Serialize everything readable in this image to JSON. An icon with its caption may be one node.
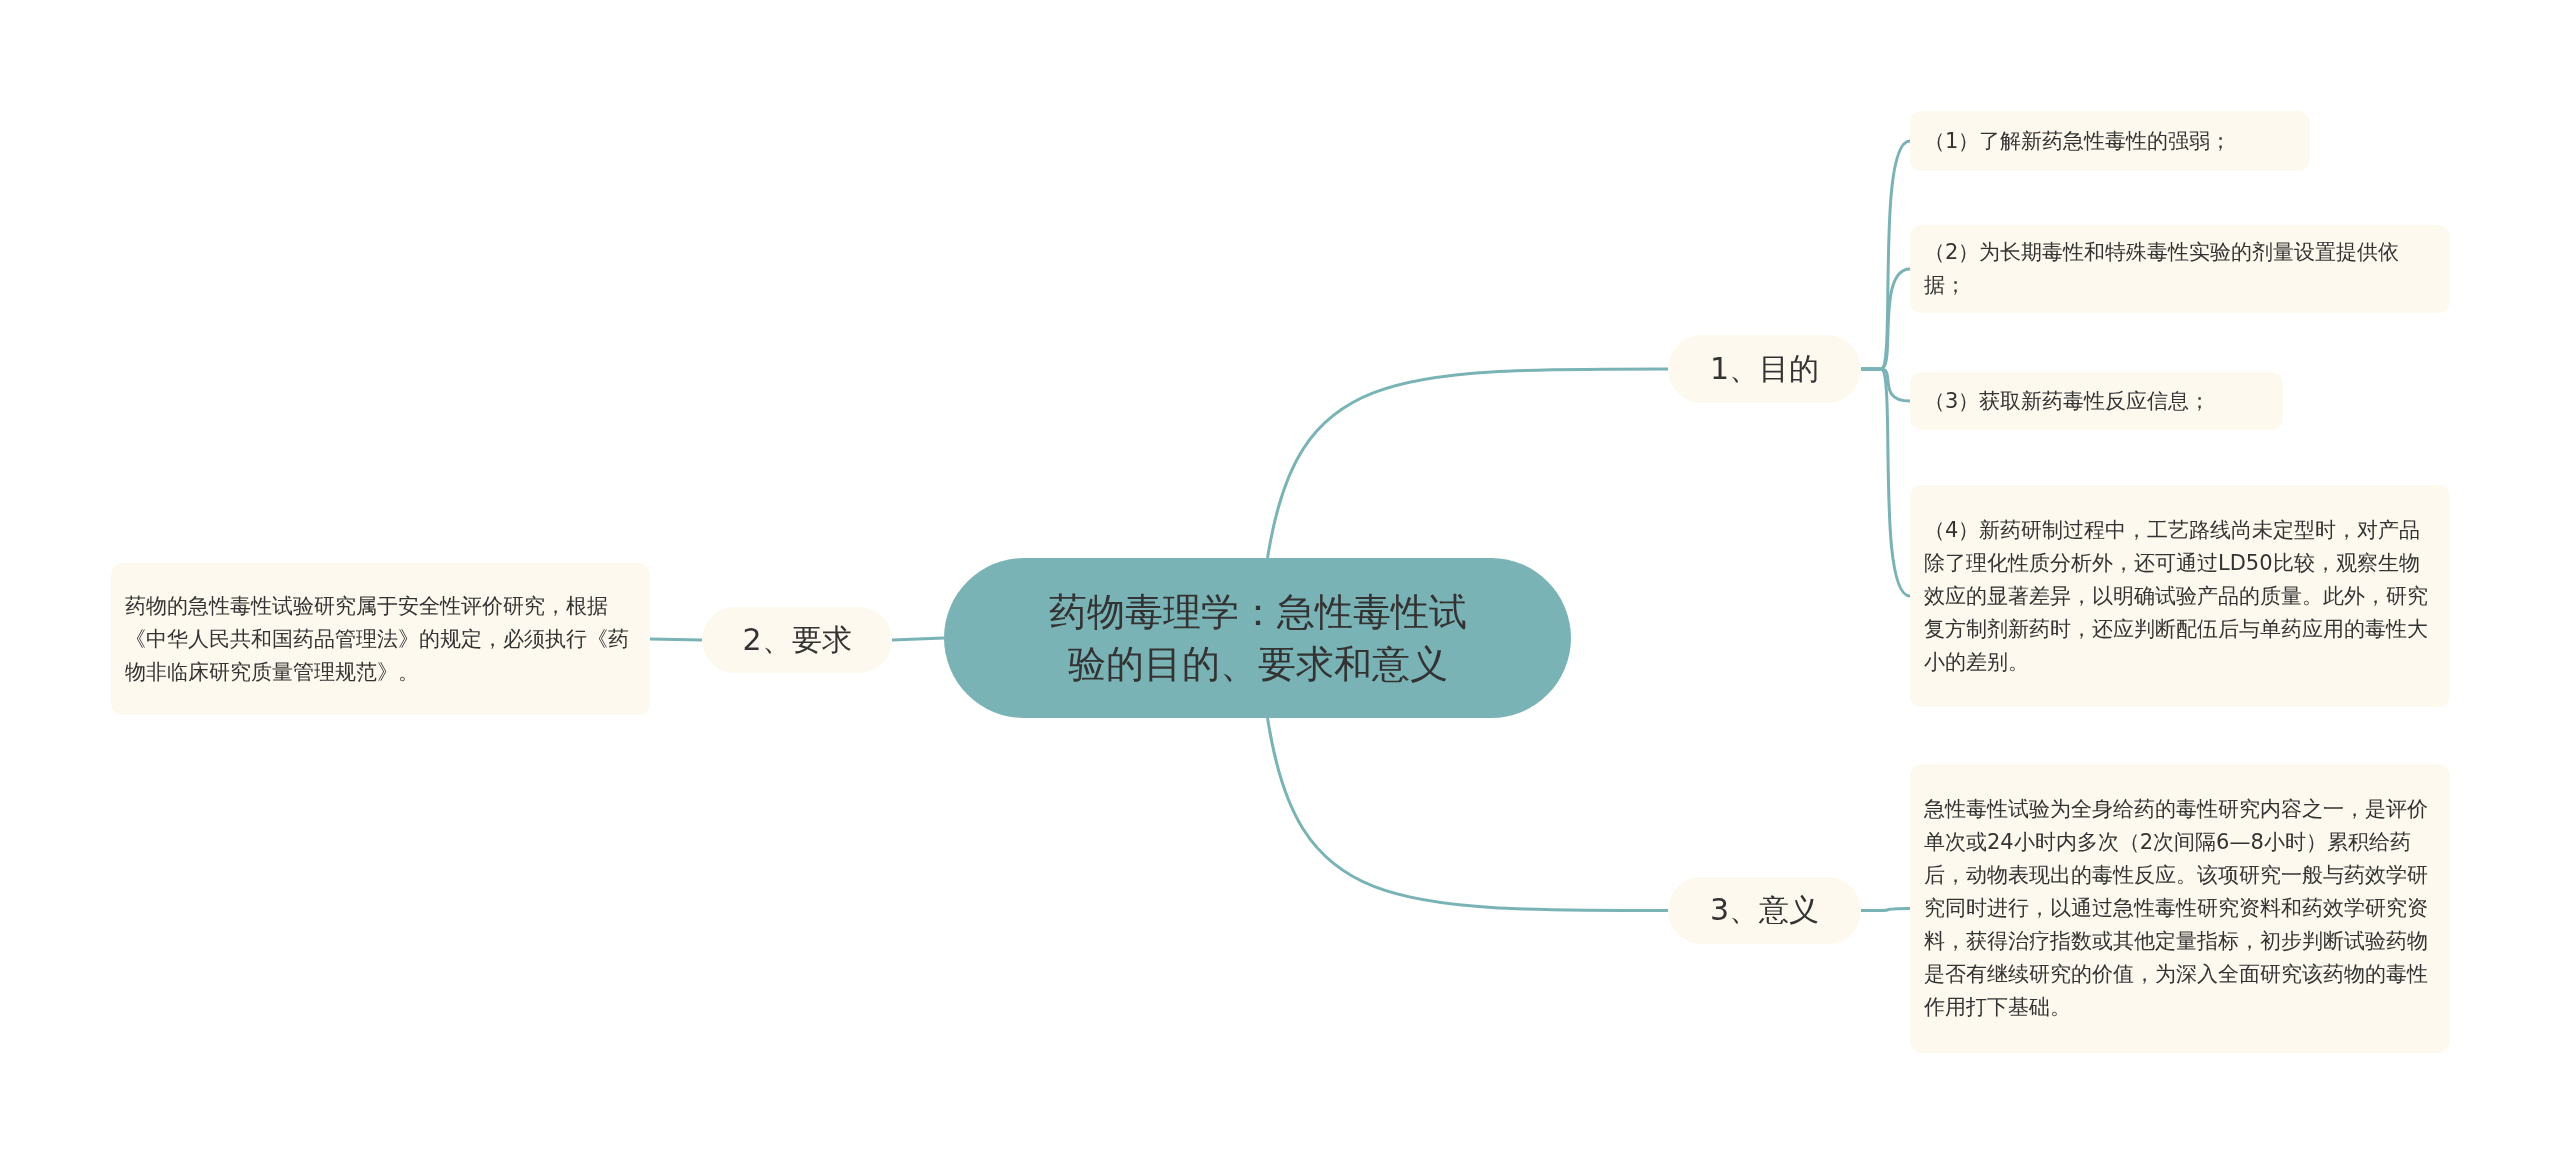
{
  "diagram": {
    "nodes": [
      {
        "text": [
          "药物毒理学：急性毒性试验的目的、要求和意义"
        ]
      },
      {
        "text": [
          "1、目的"
        ]
      },
      {
        "text": [
          "（1）了解新药急性毒性的强弱；"
        ]
      },
      {
        "text": [
          "（2）为长期毒性和特殊毒性实验的剂量设置提供依据；"
        ]
      },
      {
        "text": [
          "（3）获取新药毒性反应信息；"
        ]
      },
      {
        "text": [
          "（4）新药研制过程中，工艺路线尚未定型时，对产品除了理化性质分析外，还可通过LD50比较，观察生物效应的显著差异，以明确试验产品的质量。此外，研究复方制剂新药时，还应判断配伍后与单药应用的毒性大小的差别。"
        ]
      },
      {
        "text": [
          "2、要求"
        ]
      },
      {
        "text": [
          "药物的急性毒性试验研究属于安全性评价研究，根据《中华人民共和国药品管理法》的规定，必须执行《药物非临床研究质量管理规范》。"
        ]
      },
      {
        "text": [
          "3、意义"
        ]
      },
      {
        "text": [
          "急性毒性试验为全身给药的毒性研究内容之一，是评价单次或24小时内多次（2次间隔6—8小时）累积给药后，动物表现出的毒性反应。该项研究一般与药效学研究同时进行，以通过急性毒性研究资料和药效学研究资料，获得治疗指数或其他定量指标，初步判断试验药物是否有继续研究的价值，为深入全面研究该药物的毒性作用打下基础。"
        ]
      }
    ],
    "edges": [
      {
        "from": 0,
        "to": 1,
        "arrow": "none"
      },
      {
        "from": 1,
        "to": 2,
        "arrow": "none"
      },
      {
        "from": 1,
        "to": 3,
        "arrow": "none"
      },
      {
        "from": 1,
        "to": 4,
        "arrow": "none"
      },
      {
        "from": 1,
        "to": 5,
        "arrow": "none"
      },
      {
        "from": 0,
        "to": 6,
        "arrow": "none"
      },
      {
        "from": 6,
        "to": 7,
        "arrow": "none"
      },
      {
        "from": 0,
        "to": 8,
        "arrow": "none"
      },
      {
        "from": 8,
        "to": 9,
        "arrow": "none"
      }
    ]
  }
}
